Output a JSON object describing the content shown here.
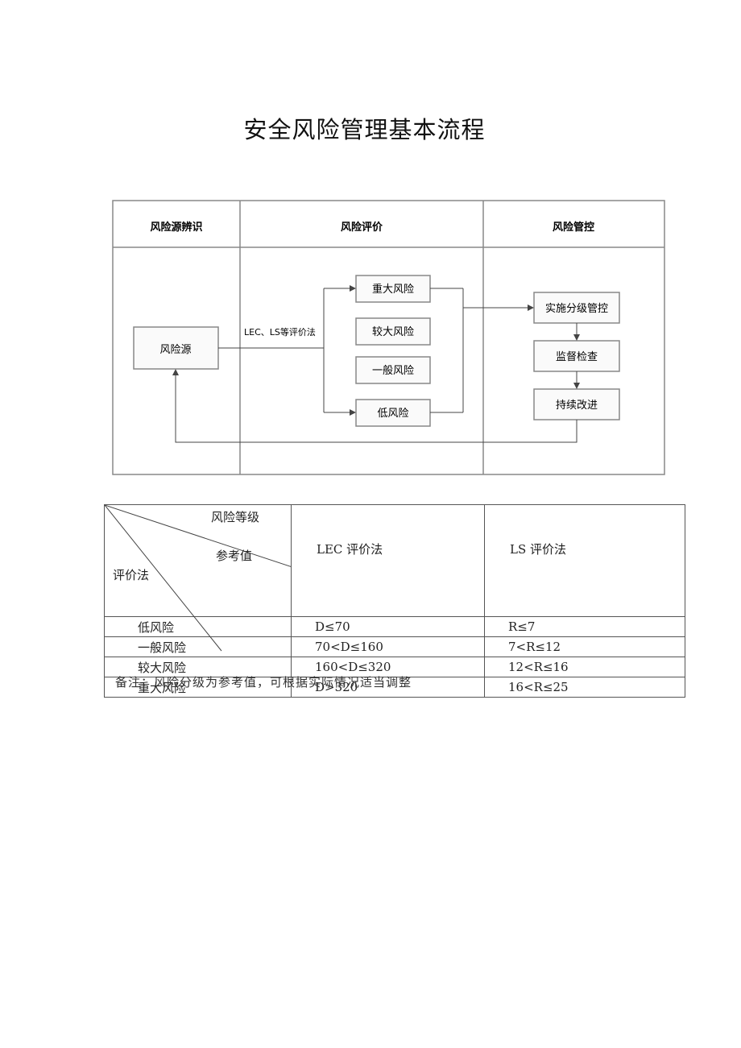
{
  "title": "安全风险管理基本流程",
  "flowchart": {
    "columns": [
      "风险源辨识",
      "风险评价",
      "风险管控"
    ],
    "source_box": "风险源",
    "method_label": "LEC、LS等评价法",
    "levels": [
      "重大风险",
      "较大风险",
      "一般风险",
      "低风险"
    ],
    "control_steps": [
      "实施分级管控",
      "监督检查",
      "持续改进"
    ]
  },
  "reference_table": {
    "header": {
      "diag_top": "风险等级",
      "diag_mid": "参考值",
      "diag_bottom": "评价法",
      "col_lec": "LEC 评价法",
      "col_ls": "LS 评价法"
    },
    "rows": [
      {
        "level": "低风险",
        "lec": "D≤70",
        "ls": "R≤7"
      },
      {
        "level": "一般风险",
        "lec": "70<D≤160",
        "ls": "7<R≤12"
      },
      {
        "level": "较大风险",
        "lec": "160<D≤320",
        "ls": "12<R≤16"
      },
      {
        "level": "重大风险",
        "lec": "D>320",
        "ls": "16<R≤25"
      }
    ]
  },
  "note": "备注：风险分级为参考值，可根据实际情况适当调整"
}
